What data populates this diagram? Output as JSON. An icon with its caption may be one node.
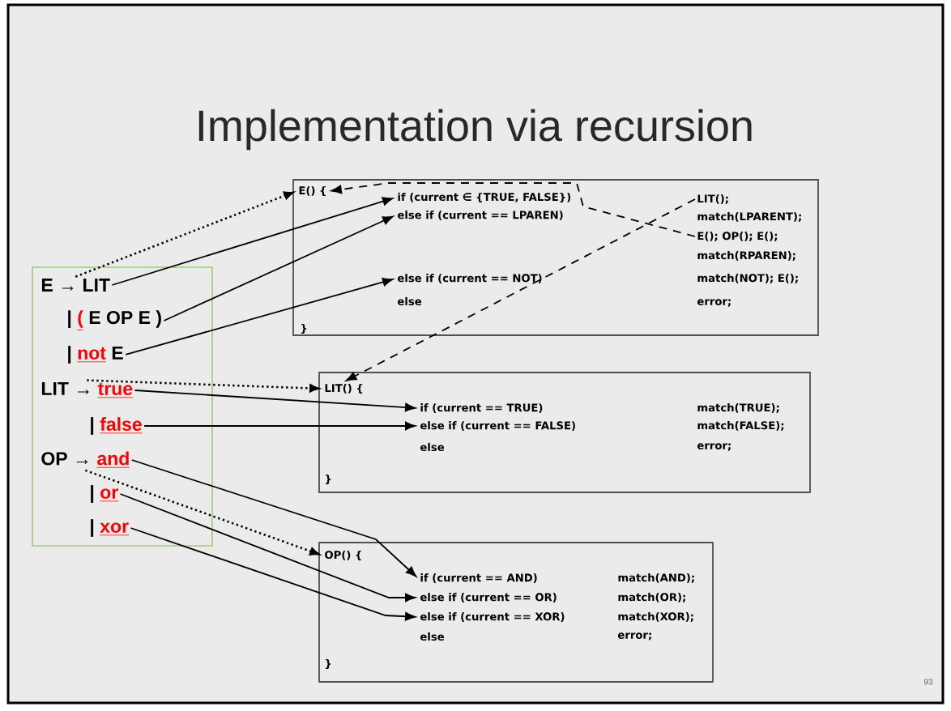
{
  "diagram": {
    "title": "Implementation via recursion",
    "nodes": [
      {
        "text": [],
        "shape": "box"
      },
      {
        "text": [
          "E → LIT"
        ],
        "in": 0
      },
      {
        "text": [
          "|",
          "(",
          "E OP E )"
        ],
        "in": 0
      },
      {
        "text": [
          "|",
          "not",
          "E"
        ],
        "in": 0
      },
      {
        "text": [
          "LIT →",
          "true"
        ],
        "in": 0
      },
      {
        "text": [
          "|",
          "false"
        ],
        "in": 0
      },
      {
        "text": [
          "OP →",
          "and"
        ],
        "in": 0
      },
      {
        "text": [
          "|",
          "or"
        ],
        "in": 0
      },
      {
        "text": [
          "|",
          "xor"
        ],
        "in": 0
      },
      {
        "text": [],
        "shape": "box"
      },
      {
        "text": [
          "E() {"
        ],
        "in": 9
      },
      {
        "text": [
          "if (current ∈ {TRUE, FALSE})"
        ],
        "in": 9
      },
      {
        "text": [
          "else if (current == LPAREN)"
        ],
        "in": 9
      },
      {
        "text": [
          "else if (current == NOT)"
        ],
        "in": 9
      },
      {
        "text": [
          "else"
        ],
        "in": 9
      },
      {
        "text": [
          "LIT();"
        ],
        "in": 9
      },
      {
        "text": [
          "match(LPARENT);"
        ],
        "in": 9
      },
      {
        "text": [
          "E(); OP(); E();"
        ],
        "in": 9
      },
      {
        "text": [
          "match(RPAREN);"
        ],
        "in": 9
      },
      {
        "text": [
          "match(NOT); E();"
        ],
        "in": 9
      },
      {
        "text": [
          "error;"
        ],
        "in": 9
      },
      {
        "text": [],
        "shape": "box"
      },
      {
        "text": [
          "LIT() {"
        ],
        "in": 21
      },
      {
        "text": [
          "if (current == TRUE)"
        ],
        "in": 21
      },
      {
        "text": [
          "else if (current == FALSE)"
        ],
        "in": 21
      },
      {
        "text": [
          "else"
        ],
        "in": 21
      },
      {
        "text": [
          "match(TRUE);"
        ],
        "in": 21
      },
      {
        "text": [
          "match(FALSE);"
        ],
        "in": 21
      },
      {
        "text": [
          "error;"
        ],
        "in": 21
      },
      {
        "text": [],
        "shape": "box"
      },
      {
        "text": [
          "OP() {"
        ],
        "in": 29
      },
      {
        "text": [
          "if (current == AND)"
        ],
        "in": 29
      },
      {
        "text": [
          "else if (current == OR)"
        ],
        "in": 29
      },
      {
        "text": [
          "else if (current == XOR)"
        ],
        "in": 29
      },
      {
        "text": [
          "else"
        ],
        "in": 29
      },
      {
        "text": [
          "match(AND);"
        ],
        "in": 29
      },
      {
        "text": [
          "match(OR);"
        ],
        "in": 29
      },
      {
        "text": [
          "match(XOR);"
        ],
        "in": 29
      },
      {
        "text": [
          "error;"
        ],
        "in": 29
      }
    ],
    "edges": [
      {
        "from": 1,
        "to": 10,
        "arrow": "to",
        "style": "dashed"
      },
      {
        "from": 1,
        "to": 11,
        "arrow": "to"
      },
      {
        "from": 2,
        "to": 12,
        "arrow": "to"
      },
      {
        "from": 3,
        "to": 13,
        "arrow": "to"
      },
      {
        "from": 17,
        "to": 10,
        "arrow": "to",
        "style": "dashed"
      },
      {
        "from": 4,
        "to": 22,
        "arrow": "to",
        "style": "dashed"
      },
      {
        "from": 15,
        "to": 22,
        "arrow": "to",
        "style": "dashed"
      },
      {
        "from": 4,
        "to": 23,
        "arrow": "to"
      },
      {
        "from": 5,
        "to": 24,
        "arrow": "to"
      },
      {
        "from": 6,
        "to": 30,
        "arrow": "to",
        "style": "dashed"
      },
      {
        "from": 6,
        "to": 31,
        "arrow": "to"
      },
      {
        "from": 7,
        "to": 32,
        "arrow": "to"
      },
      {
        "from": 8,
        "to": 33,
        "arrow": "to"
      }
    ],
    "labels": [
      "}",
      "}",
      "}",
      "93"
    ]
  }
}
